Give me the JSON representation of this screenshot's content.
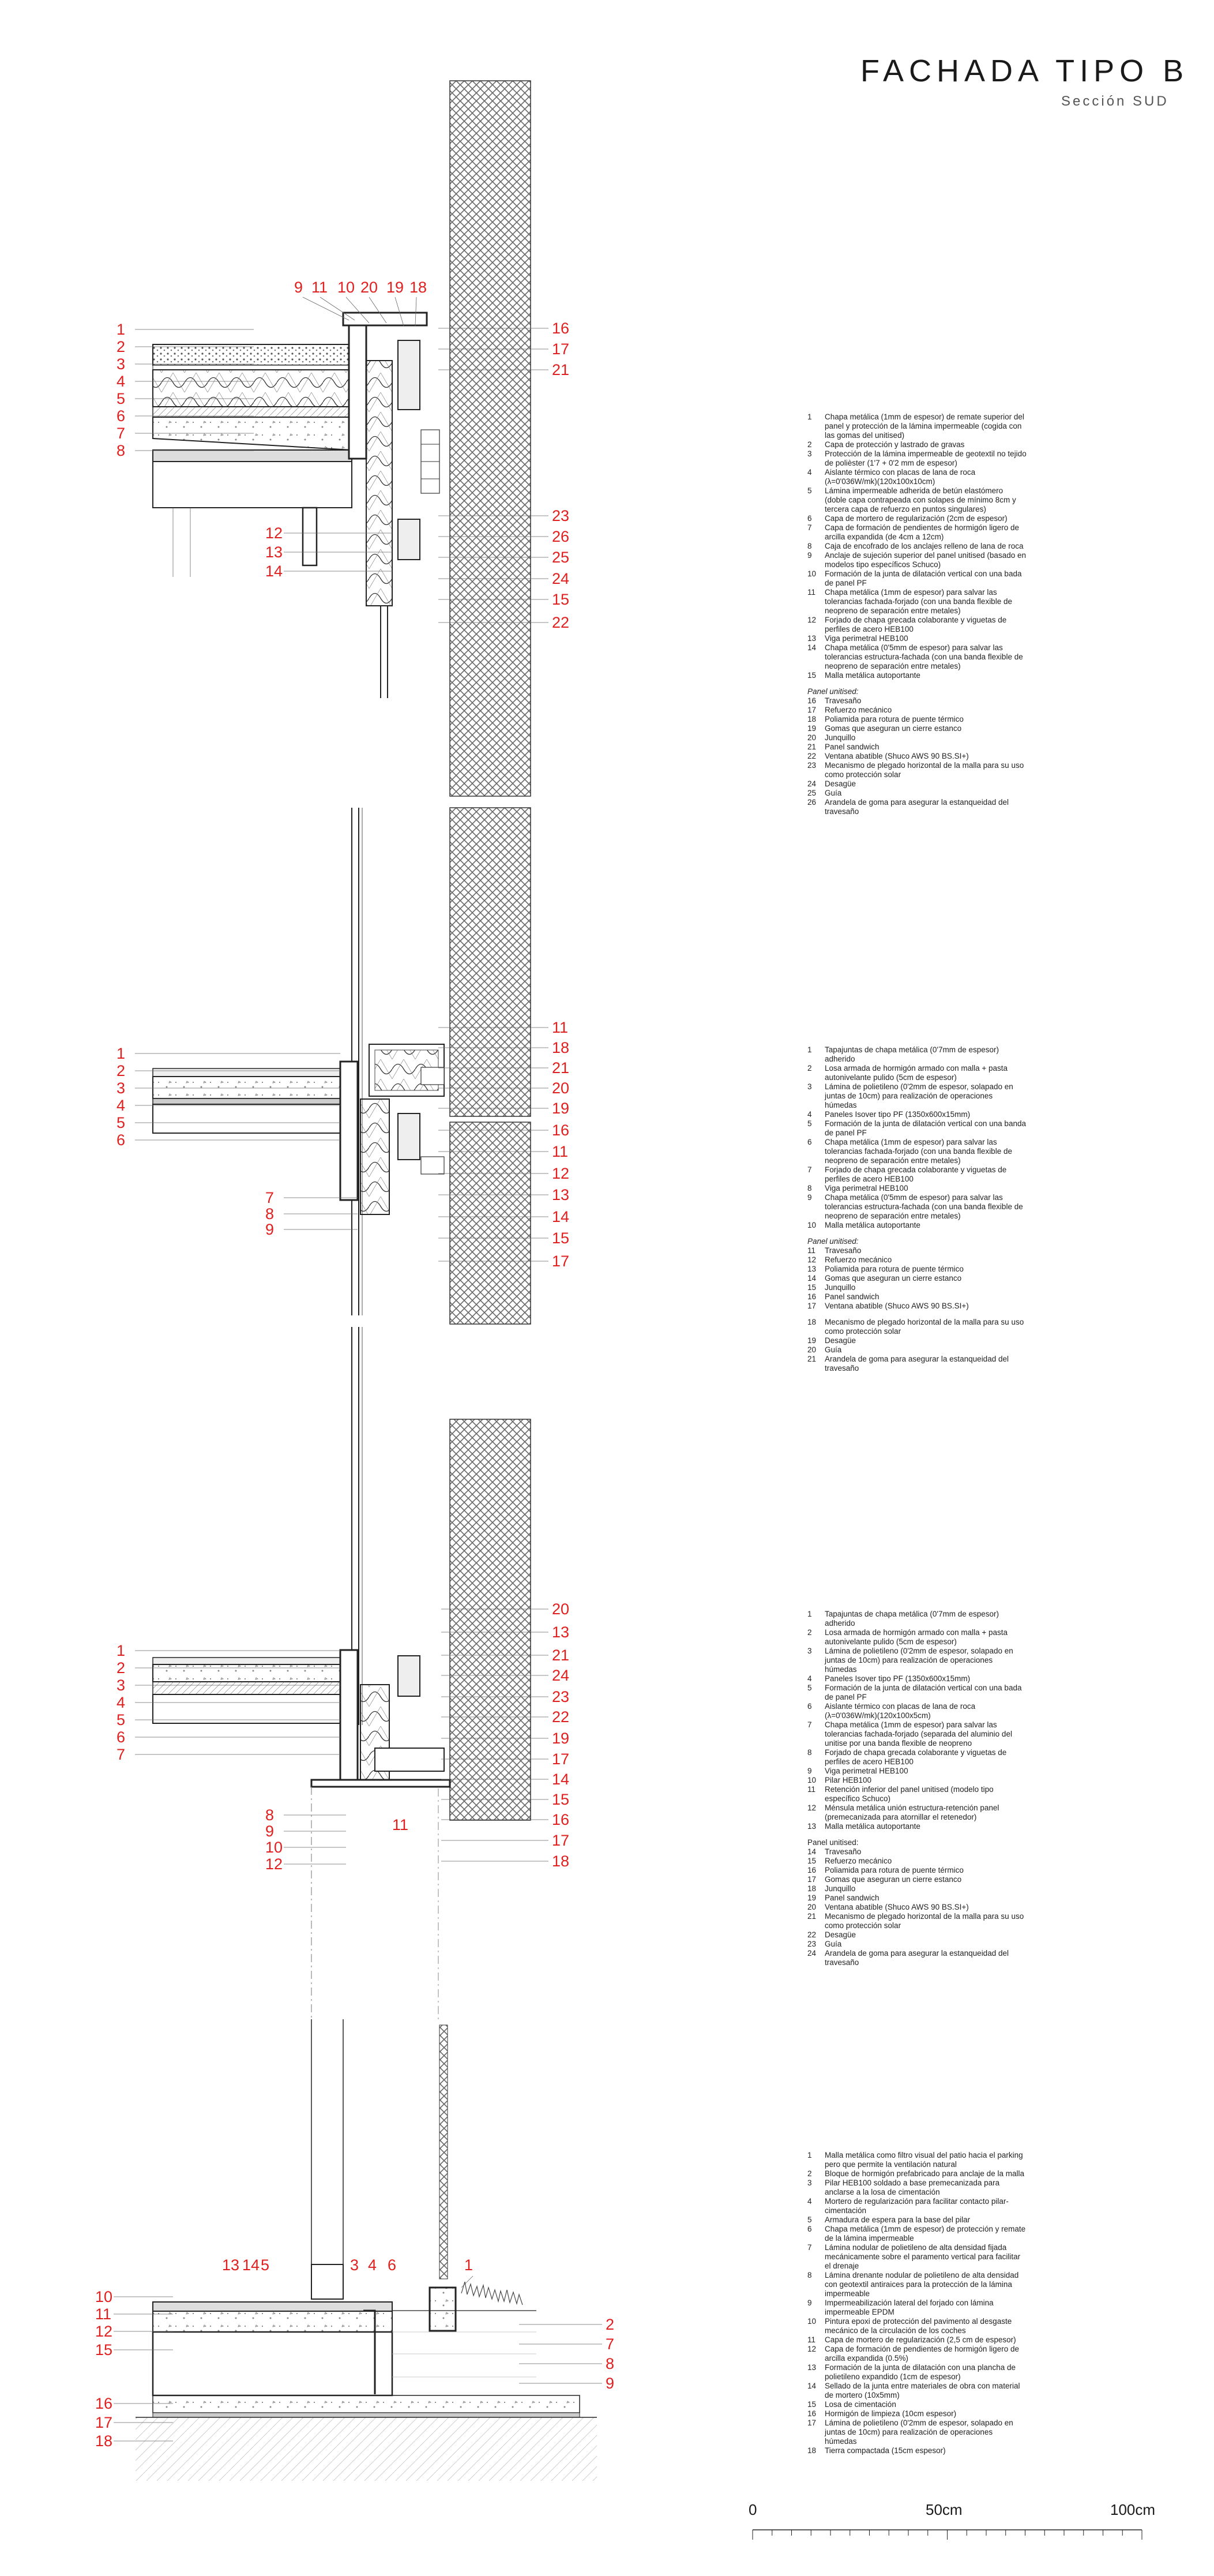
{
  "header": {
    "title": "FACHADA TIPO B",
    "subtitle": "Sección SUD"
  },
  "sections": [
    {
      "id": "s1",
      "callouts_left": [
        "1",
        "2",
        "3",
        "4",
        "5",
        "6",
        "7",
        "8"
      ],
      "callouts_top": [
        "9",
        "11",
        "10",
        "20",
        "19",
        "18"
      ],
      "callouts_right": [
        "16",
        "17",
        "21",
        "23",
        "26",
        "25",
        "24",
        "15",
        "22"
      ],
      "callouts_bottom_left": [
        "12",
        "13",
        "14"
      ],
      "legend": [
        {
          "n": "1",
          "t": "Chapa metálica (1mm de espesor) de remate superior del panel y protección de la lámina impermeable (cogida con las gomas del unitised)"
        },
        {
          "n": "2",
          "t": "Capa de protección y lastrado de gravas"
        },
        {
          "n": "3",
          "t": "Protección de la lámina impermeable de geotextil no tejido de polièster (1'7 + 0'2 mm de espesor)"
        },
        {
          "n": "4",
          "t": "Aislante térmico con placas de lana de roca (λ=0'036W/mk)(120x100x10cm)"
        },
        {
          "n": "5",
          "t": "Lámina impermeable adherida de betún elastómero (doble capa contrapeada con solapes de mínimo 8cm y tercera capa de refuerzo en puntos singulares)"
        },
        {
          "n": "6",
          "t": "Capa de mortero de regularización (2cm de espesor)"
        },
        {
          "n": "7",
          "t": "Capa de formación de pendientes de hormigón ligero de arcilla expandida (de 4cm a 12cm)"
        },
        {
          "n": "8",
          "t": "Caja de encofrado de los anclajes relleno de lana de roca"
        },
        {
          "n": "9",
          "t": "Anclaje de sujeción superior del panel unitised (basado en modelos tipo específicos Schuco)"
        },
        {
          "n": "10",
          "t": "Formación de la junta de dilatación vertical con una bada de panel PF"
        },
        {
          "n": "11",
          "t": "Chapa metálica (1mm de espesor) para salvar las tolerancias fachada-forjado (con una banda flexible de neopreno de separación entre metales)"
        },
        {
          "n": "12",
          "t": "Forjado de chapa grecada colaborante y viguetas de perfiles de acero HEB100"
        },
        {
          "n": "13",
          "t": "Viga perimetral HEB100"
        },
        {
          "n": "14",
          "t": "Chapa metálica (0'5mm de espesor) para salvar las tolerancias estructura-fachada (con una banda flexible de neopreno de separación entre metales)"
        },
        {
          "n": "15",
          "t": "Malla metálica autoportante"
        },
        {
          "head": "Panel unitised:"
        },
        {
          "n": "16",
          "t": "Travesaño"
        },
        {
          "n": "17",
          "t": "Refuerzo mecánico"
        },
        {
          "n": "18",
          "t": "Poliamida para rotura de puente térmico"
        },
        {
          "n": "19",
          "t": "Gomas que aseguran un cierre estanco"
        },
        {
          "n": "20",
          "t": "Junquillo"
        },
        {
          "n": "21",
          "t": "Panel sandwich"
        },
        {
          "n": "22",
          "t": "Ventana abatible (Shuco AWS 90 BS.SI+)"
        },
        {
          "n": "23",
          "t": "Mecanismo de plegado horizontal de la malla para su uso como protección solar"
        },
        {
          "n": "24",
          "t": "Desagüe"
        },
        {
          "n": "25",
          "t": "Guía"
        },
        {
          "n": "26",
          "t": "Arandela de goma para asegurar la estanqueidad del travesaño"
        }
      ]
    },
    {
      "id": "s2",
      "callouts_left": [
        "1",
        "2",
        "3",
        "4",
        "5",
        "6"
      ],
      "callouts_bottom_left": [
        "7",
        "8",
        "9"
      ],
      "callouts_right": [
        "11",
        "18",
        "21",
        "20",
        "19",
        "16",
        "11",
        "12",
        "13",
        "14",
        "15",
        "17"
      ],
      "legend": [
        {
          "n": "1",
          "t": "Tapajuntas de chapa metálica (0'7mm de espesor) adherido"
        },
        {
          "n": "2",
          "t": "Losa armada de hormigón armado con malla + pasta autonivelante pulido (5cm de espesor)"
        },
        {
          "n": "3",
          "t": "Lámina de polietileno (0'2mm de espesor, solapado en juntas de 10cm) para realización de operaciones húmedas"
        },
        {
          "n": "4",
          "t": "Paneles Isover tipo PF (1350x600x15mm)"
        },
        {
          "n": "5",
          "t": "Formación de la junta de dilatación vertical con una banda de panel PF"
        },
        {
          "n": "6",
          "t": "Chapa metálica (1mm de espesor) para salvar las tolerancias fachada-forjado (con una banda flexible de neopreno de separación entre metales)"
        },
        {
          "n": "7",
          "t": "Forjado de chapa grecada colaborante y viguetas de perfiles de acero HEB100"
        },
        {
          "n": "8",
          "t": "Viga perimetral HEB100"
        },
        {
          "n": "9",
          "t": "Chapa metálica (0'5mm de espesor) para salvar las tolerancias estructura-fachada (con una banda flexible de neopreno de separación entre metales)"
        },
        {
          "n": "10",
          "t": "Malla metálica autoportante"
        },
        {
          "head": "Panel unitised:"
        },
        {
          "n": "11",
          "t": "Travesaño"
        },
        {
          "n": "12",
          "t": "Refuerzo mecánico"
        },
        {
          "n": "13",
          "t": "Poliamida para rotura de puente térmico"
        },
        {
          "n": "14",
          "t": "Gomas que aseguran un cierre estanco"
        },
        {
          "n": "15",
          "t": "Junquillo"
        },
        {
          "n": "16",
          "t": "Panel sandwich"
        },
        {
          "n": "17",
          "t": "Ventana abatible (Shuco AWS 90 BS.SI+)"
        },
        {
          "gap": true
        },
        {
          "n": "18",
          "t": "Mecanismo de plegado horizontal de la malla para su uso como protección solar"
        },
        {
          "n": "19",
          "t": "Desagüe"
        },
        {
          "n": "20",
          "t": "Guía"
        },
        {
          "n": "21",
          "t": "Arandela de goma para asegurar la estanqueidad del travesaño"
        }
      ]
    },
    {
      "id": "s3",
      "callouts_left": [
        "1",
        "2",
        "3",
        "4",
        "5",
        "6",
        "7"
      ],
      "callouts_bottom_left": [
        "8",
        "9",
        "10",
        "12"
      ],
      "callouts_bottom_mid": [
        "11"
      ],
      "callouts_right": [
        "20",
        "13",
        "21",
        "24",
        "23",
        "22",
        "19",
        "17",
        "14",
        "15",
        "16",
        "17",
        "18"
      ],
      "legend": [
        {
          "n": "1",
          "t": "Tapajuntas de chapa metálica (0'7mm de espesor) adherido"
        },
        {
          "n": "2",
          "t": "Losa armada de hormigón armado con malla + pasta autonivelante pulido (5cm de espesor)"
        },
        {
          "n": "3",
          "t": "Lámina de polietileno (0'2mm de espesor, solapado en juntas de 10cm) para realización de operaciones húmedas"
        },
        {
          "n": "4",
          "t": "Paneles Isover tipo PF (1350x600x15mm)"
        },
        {
          "n": "5",
          "t": "Formación de la junta de dilatación vertical con una bada de panel PF"
        },
        {
          "n": "6",
          "t": "Aislante térmico con placas de lana de roca (λ=0'036W/mk)(120x100x5cm)"
        },
        {
          "n": "7",
          "t": "Chapa metálica (1mm de espesor) para salvar las tolerancias fachada-forjado (separada del aluminio del unitise por una banda flexible de neopreno"
        },
        {
          "n": "8",
          "t": "Forjado de chapa grecada colaborante y viguetas de perfiles de acero HEB100"
        },
        {
          "n": "9",
          "t": "Viga perimetral HEB100"
        },
        {
          "n": "10",
          "t": "Pilar HEB100"
        },
        {
          "n": "11",
          "t": "Retención inferior del panel unitised (modelo tipo específico Schuco)"
        },
        {
          "n": "12",
          "t": "Ménsula metálica unión estructura-retención panel (premecanizada para atornillar el retenedor)"
        },
        {
          "n": "13",
          "t": "Malla metálica autoportante"
        },
        {
          "head": "Panel unitised:",
          "plain": true
        },
        {
          "n": "14",
          "t": "Travesaño"
        },
        {
          "n": "15",
          "t": "Refuerzo mecánico"
        },
        {
          "n": "16",
          "t": "Poliamida para rotura de puente térmico"
        },
        {
          "n": "17",
          "t": "Gomas que aseguran un cierre estanco"
        },
        {
          "n": "18",
          "t": "Junquillo"
        },
        {
          "n": "19",
          "t": "Panel sandwich"
        },
        {
          "n": "20",
          "t": "Ventana abatible (Shuco AWS 90 BS.SI+)"
        },
        {
          "n": "21",
          "t": "Mecanismo de plegado horizontal de la malla para su uso como protección solar"
        },
        {
          "n": "22",
          "t": "Desagüe"
        },
        {
          "n": "23",
          "t": "Guía"
        },
        {
          "n": "24",
          "t": "Arandela de goma para asegurar la estanqueidad del travesaño"
        }
      ]
    },
    {
      "id": "s4",
      "callouts_left": [
        "10",
        "11",
        "12",
        "15",
        "16",
        "17",
        "18"
      ],
      "callouts_top": [
        "13",
        "14",
        "5",
        "3",
        "4",
        "6",
        "1"
      ],
      "callouts_right": [
        "2",
        "7",
        "8",
        "9"
      ],
      "legend": [
        {
          "n": "1",
          "t": "Malla metálica como filtro visual del patio hacia el parking pero que permite la ventilación natural"
        },
        {
          "n": "2",
          "t": "Bloque de hormigón prefabricado para anclaje de la malla"
        },
        {
          "n": "3",
          "t": "Pilar HEB100 soldado a base premecanizada para anclarse a la losa de cimentación"
        },
        {
          "n": "4",
          "t": "Mortero de regularización para facilitar contacto pilar-cimentación"
        },
        {
          "n": "5",
          "t": "Armadura de espera para la base del pilar"
        },
        {
          "n": "6",
          "t": "Chapa metálica (1mm de espesor) de protección y remate de la lámina impermeable"
        },
        {
          "n": "7",
          "t": "Lámina nodular de polietileno de alta densidad fijada mecánicamente sobre el paramento vertical para facilitar el drenaje"
        },
        {
          "n": "8",
          "t": "Lámina drenante nodular de polietileno de alta densidad con geotextil antiraices para la protección de la lámina impermeable"
        },
        {
          "n": "9",
          "t": "Impermeabilización lateral del forjado con lámina impermeable EPDM"
        },
        {
          "n": "10",
          "t": "Pintura epoxi de protección del pavimento al desgaste mecánico de la circulación de los coches"
        },
        {
          "n": "11",
          "t": "Capa de mortero de regularización (2,5 cm de espesor)"
        },
        {
          "n": "12",
          "t": "Capa de formación de pendientes de hormigón ligero de arcilla expandida (0.5%)"
        },
        {
          "n": "13",
          "t": "Formación de la junta de dilatación con una plancha de polietileno expandido (1cm de espesor)"
        },
        {
          "n": "14",
          "t": "Sellado de la junta entre materiales de obra con material de mortero (10x5mm)"
        },
        {
          "n": "15",
          "t": "Losa de cimentación"
        },
        {
          "n": "16",
          "t": "Hormigón de limpieza (10cm espesor)"
        },
        {
          "n": "17",
          "t": "Lámina de polietileno (0'2mm de espesor, solapado en juntas de 10cm) para realización de operaciones húmedas"
        },
        {
          "n": "18",
          "t": "Tierra compactada (15cm espesor)"
        }
      ]
    }
  ],
  "scale": {
    "labels": [
      "0",
      "50cm",
      "100cm"
    ]
  },
  "colors": {
    "callout": "#e0201f",
    "line": "#1a1a1a",
    "mesh": "#6a6a6a"
  }
}
